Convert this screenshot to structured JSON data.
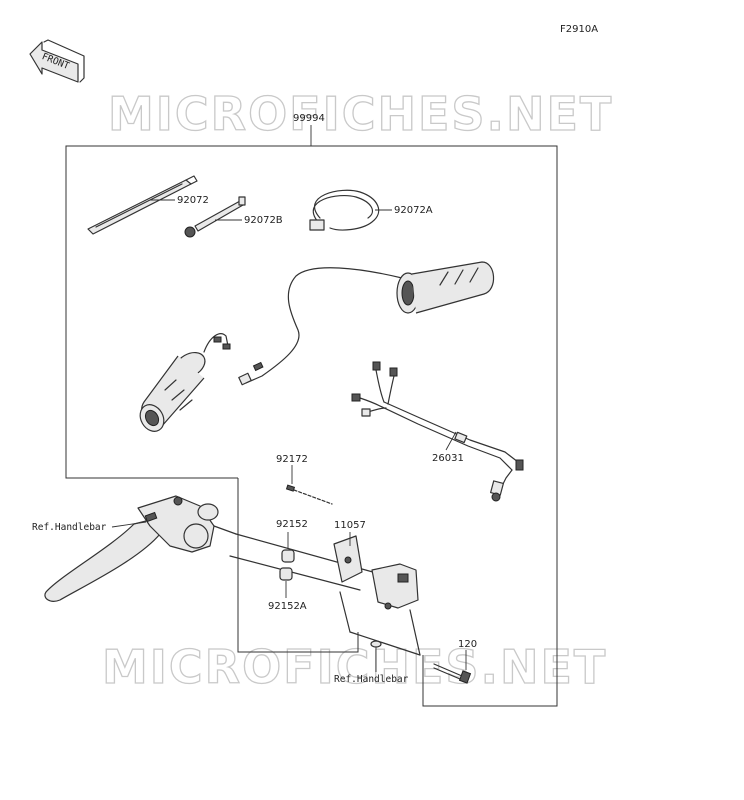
{
  "diagram_code": "F2910A",
  "front_label": "FRONT",
  "watermark": "MICROFICHES.NET",
  "parts": {
    "p99994": "99994",
    "p92072": "92072",
    "p92072B": "92072B",
    "p92072A": "92072A",
    "p26031": "26031",
    "p92172": "92172",
    "p92152": "92152",
    "p11057": "11057",
    "p92152A": "92152A",
    "p120": "120"
  },
  "refs": {
    "ref_handlebar_left": "Ref.Handlebar",
    "ref_handlebar_bottom": "Ref.Handlebar"
  }
}
